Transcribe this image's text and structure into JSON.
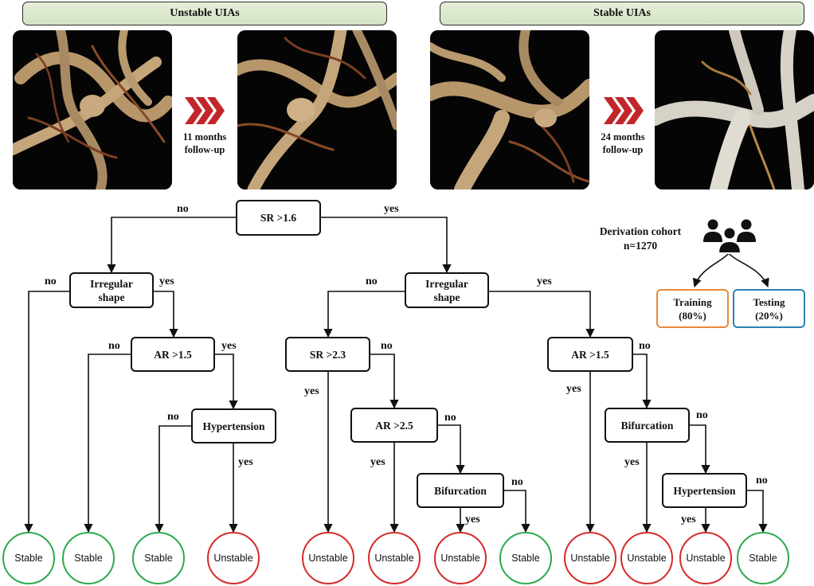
{
  "header": {
    "unstable_title": "Unstable UIAs",
    "stable_title": "Stable UIAs",
    "unstable_followup": [
      "11 months",
      "follow-up"
    ],
    "stable_followup": [
      "24 months",
      "follow-up"
    ],
    "arrow_color": "#c2262a"
  },
  "tree": {
    "nodes": [
      {
        "id": "root",
        "label": "SR >1.6"
      },
      {
        "id": "irr1",
        "label": "Irregular shape"
      },
      {
        "id": "irr2",
        "label": "Irregular shape"
      },
      {
        "id": "ar1",
        "label": "AR >1.5"
      },
      {
        "id": "hyp1",
        "label": "Hypertension"
      },
      {
        "id": "sr2",
        "label": "SR >2.3"
      },
      {
        "id": "ar2",
        "label": "AR >2.5"
      },
      {
        "id": "bif1",
        "label": "Bifurcation"
      },
      {
        "id": "ar3",
        "label": "AR >1.5"
      },
      {
        "id": "bif2",
        "label": "Bifurcation"
      },
      {
        "id": "hyp2",
        "label": "Hypertension"
      }
    ],
    "edge_labels": [
      {
        "id": "root_no",
        "text": "no"
      },
      {
        "id": "root_yes",
        "text": "yes"
      },
      {
        "id": "irr1_no",
        "text": "no"
      },
      {
        "id": "irr1_yes",
        "text": "yes"
      },
      {
        "id": "ar1_no",
        "text": "no"
      },
      {
        "id": "ar1_yes",
        "text": "yes"
      },
      {
        "id": "hyp1_no",
        "text": "no"
      },
      {
        "id": "hyp1_yes",
        "text": "yes"
      },
      {
        "id": "irr2_no",
        "text": "no"
      },
      {
        "id": "irr2_yes",
        "text": "yes"
      },
      {
        "id": "sr2_no",
        "text": "no"
      },
      {
        "id": "sr2_yes",
        "text": "yes"
      },
      {
        "id": "ar2_no",
        "text": "no"
      },
      {
        "id": "ar2_yes",
        "text": "yes"
      },
      {
        "id": "bif1_no",
        "text": "no"
      },
      {
        "id": "bif1_yes",
        "text": "yes"
      },
      {
        "id": "ar3_no",
        "text": "no"
      },
      {
        "id": "ar3_yes",
        "text": "yes"
      },
      {
        "id": "bif2_no",
        "text": "no"
      },
      {
        "id": "bif2_yes",
        "text": "yes"
      },
      {
        "id": "hyp2_no",
        "text": "no"
      },
      {
        "id": "hyp2_yes",
        "text": "yes"
      }
    ],
    "leaves": [
      {
        "label": "Stable",
        "type": "stable"
      },
      {
        "label": "Stable",
        "type": "stable"
      },
      {
        "label": "Stable",
        "type": "stable"
      },
      {
        "label": "Unstable",
        "type": "unstable"
      },
      {
        "label": "Unstable",
        "type": "unstable"
      },
      {
        "label": "Unstable",
        "type": "unstable"
      },
      {
        "label": "Unstable",
        "type": "unstable"
      },
      {
        "label": "Stable",
        "type": "stable"
      },
      {
        "label": "Unstable",
        "type": "unstable"
      },
      {
        "label": "Unstable",
        "type": "unstable"
      },
      {
        "label": "Unstable",
        "type": "unstable"
      },
      {
        "label": "Stable",
        "type": "stable"
      }
    ],
    "colors": {
      "stable": "#2eaa4e",
      "unstable": "#d62b2b"
    }
  },
  "cohort": {
    "title": "Derivation cohort",
    "n": "n=1270",
    "icon": "people-group-icon",
    "training": {
      "label": "Training",
      "pct": "(80%)",
      "color": "#e8893a"
    },
    "testing": {
      "label": "Testing",
      "pct": "(20%)",
      "color": "#2e7fb5"
    }
  }
}
